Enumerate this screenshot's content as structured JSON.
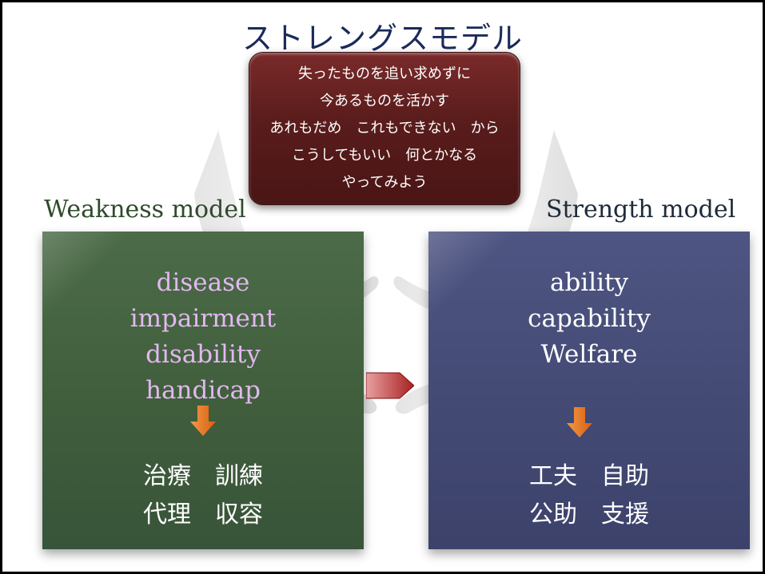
{
  "title": "ストレングスモデル",
  "center_box": {
    "lines": [
      "失ったものを追い求めずに",
      "今あるものを活かす",
      "あれもだめ　これもできない　から",
      "こうしてもいい　何とかなる",
      "やってみよう"
    ]
  },
  "weakness": {
    "title": "Weakness model",
    "terms": [
      "disease",
      "impairment",
      "disability",
      "handicap"
    ],
    "actions": [
      [
        "治療",
        "訓練"
      ],
      [
        "代理",
        "収容"
      ]
    ]
  },
  "strength": {
    "title": "Strength model",
    "terms": [
      "ability",
      "capability",
      "Welfare"
    ],
    "actions": [
      [
        "工夫",
        "自助"
      ],
      [
        "公助",
        "支援"
      ]
    ]
  },
  "colors": {
    "weakness_panel": "#405e3c",
    "strength_panel": "#434a74",
    "center_box": "#5a1c1c",
    "arrow_orange": "#e8741e",
    "arrow_red": "#b03030"
  },
  "icons": {
    "background": "hands-icon",
    "down_arrow": "arrow-down-icon",
    "right_arrow": "arrow-right-icon"
  }
}
